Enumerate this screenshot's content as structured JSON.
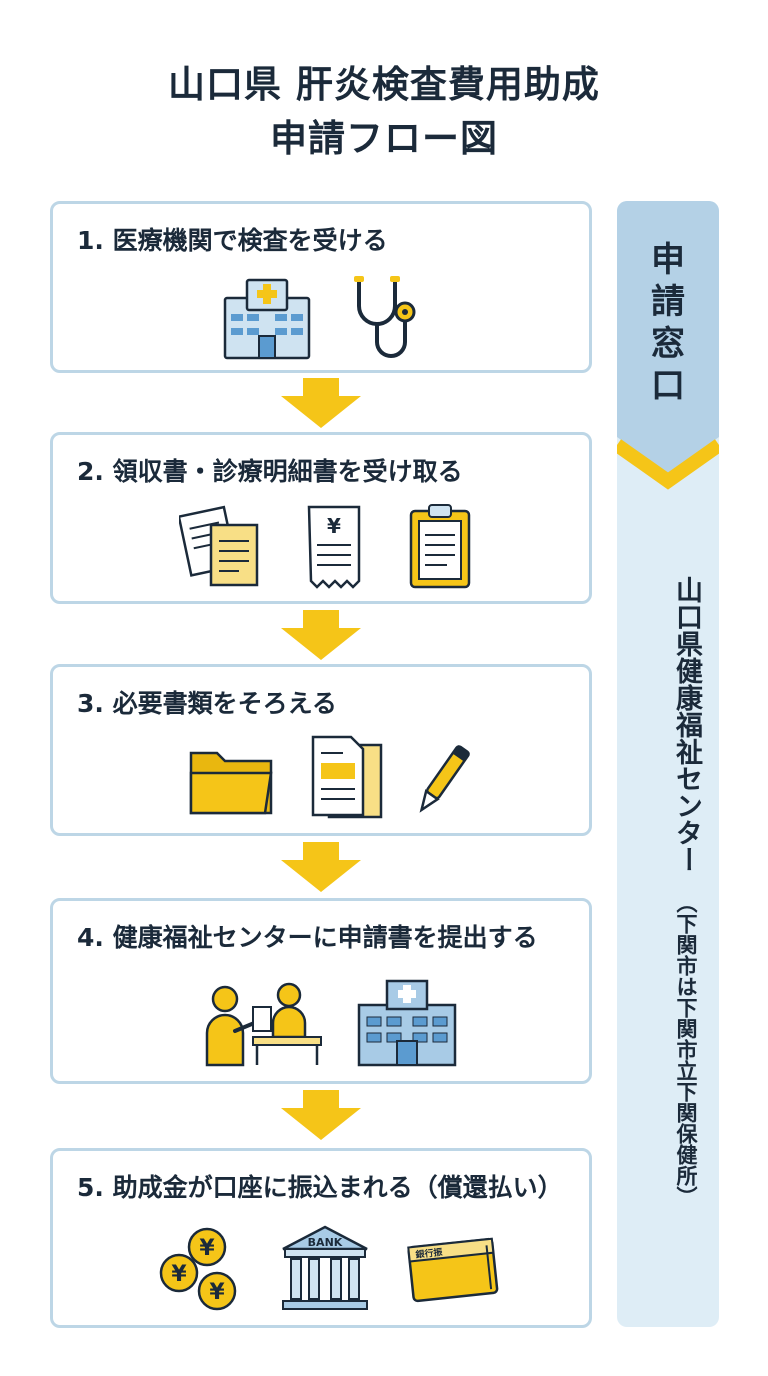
{
  "title": {
    "line1": "山口県 肝炎検査費用助成",
    "line2": "申請フロー図"
  },
  "steps": [
    {
      "label": "1. 医療機関で検査を受ける",
      "icons": [
        "hospital-icon",
        "stethoscope-icon"
      ]
    },
    {
      "label": "2. 領収書・診療明細書を受け取る",
      "icons": [
        "documents-icon",
        "receipt-icon",
        "clipboard-icon"
      ]
    },
    {
      "label": "3. 必要書類をそろえる",
      "icons": [
        "folder-icon",
        "document-icon",
        "pen-icon"
      ]
    },
    {
      "label": "4. 健康福祉センターに申請書を提出する",
      "icons": [
        "person-submitting-icon",
        "government-building-icon"
      ]
    },
    {
      "label": "5. 助成金が口座に振込まれる（償還払い）",
      "icons": [
        "yen-coins-icon",
        "bank-icon",
        "bankbook-icon"
      ]
    }
  ],
  "side_panel": {
    "heading": [
      "申",
      "請",
      "窓",
      "口"
    ],
    "organization": "山口県健康福祉センター",
    "note": "（下関市は下関市立下関保健所）"
  },
  "icon_text": {
    "bank": "BANK",
    "bankbook": "銀行振",
    "yen": "¥"
  },
  "colors": {
    "accent_yellow": "#f5c518",
    "border_blue": "#bdd6e6",
    "panel_blue": "#deedf6",
    "panel_top": "#b4d1e6",
    "text": "#1b2a3a"
  }
}
